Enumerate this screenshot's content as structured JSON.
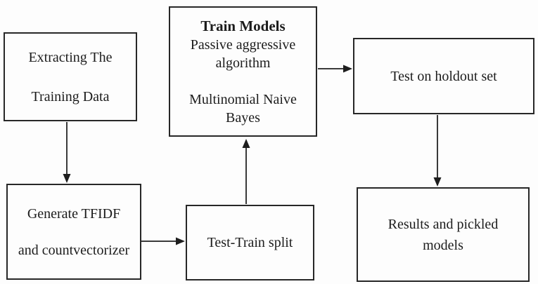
{
  "diagram": {
    "type": "flowchart",
    "colors": {
      "background": "#fdfdfd",
      "box_border": "#272727",
      "arrow": "#2e2e2e",
      "text": "#1c1c1c"
    },
    "nodes": {
      "extract": {
        "line1": "Extracting The",
        "line2": "Training Data"
      },
      "train": {
        "title": "Train Models",
        "algorithm1": "Passive aggressive algorithm",
        "algorithm2": "Multinomial Naive Bayes"
      },
      "holdout": {
        "label": "Test on holdout set"
      },
      "tfidf": {
        "line1": "Generate TFIDF",
        "line2": "and countvectorizer"
      },
      "split": {
        "label": "Test-Train split"
      },
      "results": {
        "label": "Results and pickled models"
      }
    },
    "edges": [
      {
        "from": "extract",
        "to": "tfidf",
        "direction": "down"
      },
      {
        "from": "tfidf",
        "to": "split",
        "direction": "right"
      },
      {
        "from": "split",
        "to": "train",
        "direction": "up"
      },
      {
        "from": "train",
        "to": "holdout",
        "direction": "right"
      },
      {
        "from": "holdout",
        "to": "results",
        "direction": "down"
      }
    ]
  }
}
